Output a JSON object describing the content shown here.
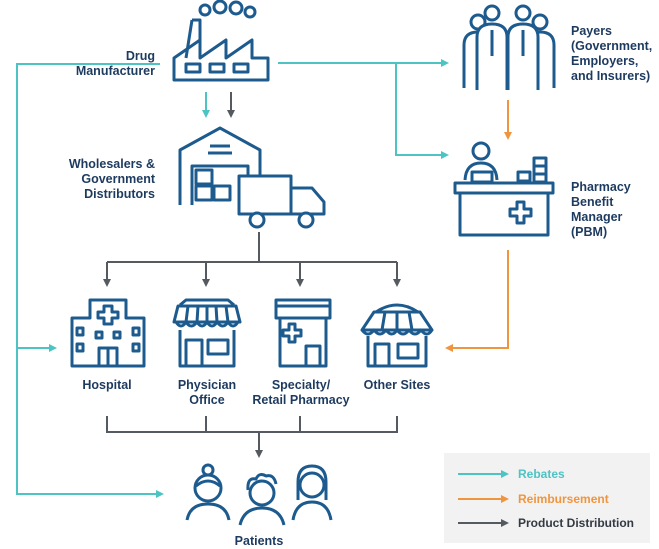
{
  "colors": {
    "navy": "#1d5b8f",
    "rebates": "#4ec3c3",
    "reimbursement": "#f0953f",
    "product": "#555a61",
    "text": "#1d3a5f"
  },
  "nodes": {
    "drug_manufacturer": [
      "Drug",
      "Manufacturer"
    ],
    "payers": [
      "Payers",
      "(Government,",
      "Employers,",
      "and Insurers)"
    ],
    "wholesalers": [
      "Wholesalers &",
      "Government",
      "Distributors"
    ],
    "pbm": [
      "Pharmacy",
      "Benefit",
      "Manager",
      "(PBM)"
    ],
    "hospital": [
      "Hospital"
    ],
    "physician_office": [
      "Physician",
      "Office"
    ],
    "specialty_retail": [
      "Specialty/",
      "Retail Pharmacy"
    ],
    "other_sites": [
      "Other Sites"
    ],
    "patients": [
      "Patients"
    ]
  },
  "legend": {
    "rebates": "Rebates",
    "reimbursement": "Reimbursement",
    "product_distribution": "Product Distribution"
  },
  "icons": {
    "drug_manufacturer": "factory-icon",
    "payers": "payers-group-icon",
    "wholesalers": "warehouse-truck-icon",
    "pbm": "pharmacist-counter-icon",
    "hospital": "hospital-icon",
    "physician_office": "storefront-icon",
    "specialty_retail": "pharmacy-icon",
    "other_sites": "shop-icon",
    "patients": "patients-icon"
  }
}
